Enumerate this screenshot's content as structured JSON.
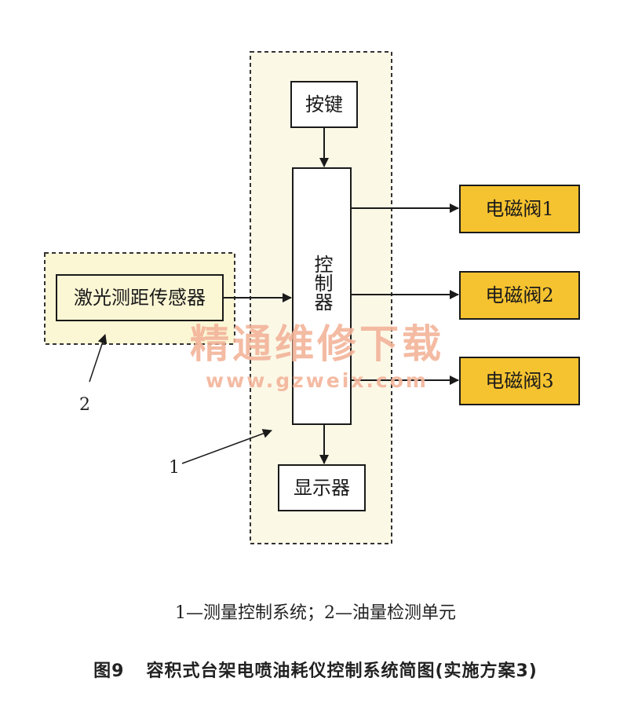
{
  "diagram": {
    "labels": {
      "key": "按键",
      "controller": "控制器",
      "sensor": "激光测距传感器",
      "display": "显示器",
      "valve1": "电磁阀1",
      "valve2": "电磁阀2",
      "valve3": "电磁阀3",
      "group1_number": "1",
      "group2_number": "2"
    },
    "colors": {
      "valve_fill": "#f6c330",
      "sensor_region_fill": "#fbf6d4",
      "line": "#1a1a1a"
    }
  },
  "watermark": {
    "text": "精通维修下载",
    "url": "www.gzweix.com"
  },
  "legend": {
    "text": "1—测量控制系统；2—油量检测单元"
  },
  "caption": {
    "figure_number": "图9",
    "title": "容积式台架电喷油耗仪控制系统简图(实施方案3)"
  }
}
